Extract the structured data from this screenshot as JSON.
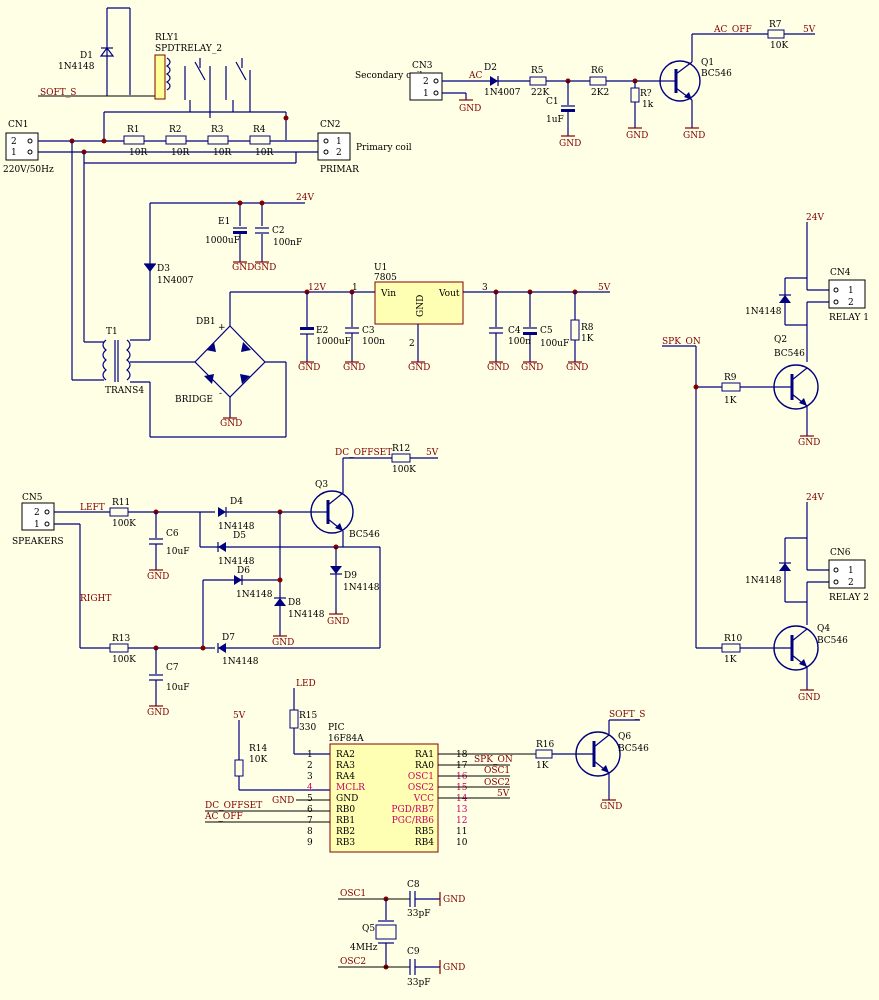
{
  "labels": {
    "soft_s": "SOFT_S",
    "soft_s2": "SOFT_S",
    "ac_off": "AC_OFF",
    "ac_off2": "AC_OFF",
    "ac": "AC",
    "spk_on": "SPK_ON",
    "spk_on2": "SPK_ON",
    "dc_offset": "DC_OFFSET",
    "dc_offset2": "DC_OFFSET",
    "left": "LEFT",
    "right": "RIGHT",
    "led": "LED",
    "osc1": "OSC1",
    "osc2": "OSC2",
    "osc1b": "OSC1",
    "osc2b": "OSC2",
    "v5": "5V",
    "v24": "24V",
    "v12": "12V",
    "gnd": "GND",
    "secondary_coil": "Secondary coil",
    "primary_coil": "Primary coil",
    "primar": "PRIMAR",
    "mains": "220V/50Hz",
    "bridge": "BRIDGE",
    "trans4": "TRANS4",
    "speakers": "SPEAKERS",
    "relay1": "RELAY 1",
    "relay2": "RELAY 2",
    "vin": "Vin",
    "vout": "Vout"
  },
  "components": {
    "D1": {
      "ref": "D1",
      "val": "1N4148"
    },
    "RLY1": {
      "ref": "RLY1",
      "val": "SPDTRELAY_2"
    },
    "CN1": {
      "ref": "CN1"
    },
    "CN2": {
      "ref": "CN2"
    },
    "CN3": {
      "ref": "CN3"
    },
    "CN4": {
      "ref": "CN4"
    },
    "CN5": {
      "ref": "CN5"
    },
    "CN6": {
      "ref": "CN6"
    },
    "R1": {
      "ref": "R1",
      "val": "10R"
    },
    "R2": {
      "ref": "R2",
      "val": "10R"
    },
    "R3": {
      "ref": "R3",
      "val": "10R"
    },
    "R4": {
      "ref": "R4",
      "val": "10R"
    },
    "D2": {
      "ref": "D2",
      "val": "1N4007"
    },
    "R5": {
      "ref": "R5",
      "val": "22K"
    },
    "R6": {
      "ref": "R6",
      "val": "2K2"
    },
    "Rq": {
      "ref": "R?",
      "val": "1k"
    },
    "C1": {
      "ref": "C1",
      "val": "1uF"
    },
    "Q1": {
      "ref": "Q1",
      "val": "BC546"
    },
    "R7": {
      "ref": "R7",
      "val": "10K"
    },
    "E1": {
      "ref": "E1",
      "val": "1000uF"
    },
    "C2": {
      "ref": "C2",
      "val": "100nF"
    },
    "D3": {
      "ref": "D3",
      "val": "1N4007"
    },
    "T1": {
      "ref": "T1"
    },
    "DB1": {
      "ref": "DB1"
    },
    "U1": {
      "ref": "U1",
      "val": "7805"
    },
    "E2": {
      "ref": "E2",
      "val": "1000uF"
    },
    "C3": {
      "ref": "C3",
      "val": "100n"
    },
    "C4": {
      "ref": "C4",
      "val": "100n"
    },
    "C5": {
      "ref": "C5",
      "val": "100uF"
    },
    "R8": {
      "ref": "R8",
      "val": "1K"
    },
    "Q2": {
      "ref": "Q2",
      "val": "BC546"
    },
    "R9": {
      "ref": "R9",
      "val": "1K"
    },
    "Q4": {
      "ref": "Q4",
      "val": "BC546"
    },
    "R10": {
      "ref": "R10",
      "val": "1K"
    },
    "D_relay1": {
      "val": "1N4148"
    },
    "D_relay2": {
      "val": "1N4148"
    },
    "Q3": {
      "ref": "Q3",
      "val": "BC546"
    },
    "R12": {
      "ref": "R12",
      "val": "100K"
    },
    "R11": {
      "ref": "R11",
      "val": "100K"
    },
    "C6": {
      "ref": "C6",
      "val": "10uF"
    },
    "D4": {
      "ref": "D4",
      "val": "1N4148"
    },
    "D5": {
      "ref": "D5",
      "val": "1N4148"
    },
    "D6": {
      "ref": "D6",
      "val": "1N4148"
    },
    "D7": {
      "ref": "D7",
      "val": "1N4148"
    },
    "D8": {
      "ref": "D8",
      "val": "1N4148"
    },
    "D9": {
      "ref": "D9",
      "val": "1N4148"
    },
    "R13": {
      "ref": "R13",
      "val": "100K"
    },
    "C7": {
      "ref": "C7",
      "val": "10uF"
    },
    "R15": {
      "ref": "R15",
      "val": "330"
    },
    "R14": {
      "ref": "R14",
      "val": "10K"
    },
    "PIC": {
      "ref": "PIC",
      "val": "16F84A"
    },
    "R16": {
      "ref": "R16",
      "val": "1K"
    },
    "Q6": {
      "ref": "Q6",
      "val": "BC546"
    },
    "C8": {
      "ref": "C8",
      "val": "33pF"
    },
    "C9": {
      "ref": "C9",
      "val": "33pF"
    },
    "Q5": {
      "ref": "Q5",
      "val": "4MHz"
    }
  },
  "pic_pins_left": [
    {
      "num": "1",
      "name": "RA2"
    },
    {
      "num": "2",
      "name": "RA3"
    },
    {
      "num": "3",
      "name": "RA4"
    },
    {
      "num": "4",
      "name": "MCLR"
    },
    {
      "num": "5",
      "name": "GND"
    },
    {
      "num": "6",
      "name": "RB0"
    },
    {
      "num": "7",
      "name": "RB1"
    },
    {
      "num": "8",
      "name": "RB2"
    },
    {
      "num": "9",
      "name": "RB3"
    }
  ],
  "pic_pins_right": [
    {
      "num": "18",
      "name": "RA1"
    },
    {
      "num": "17",
      "name": "RA0"
    },
    {
      "num": "16",
      "name": "OSC1"
    },
    {
      "num": "15",
      "name": "OSC2"
    },
    {
      "num": "14",
      "name": "VCC"
    },
    {
      "num": "13",
      "name": "PGD/RB7"
    },
    {
      "num": "12",
      "name": "PGC/RB6"
    },
    {
      "num": "11",
      "name": "RB5"
    },
    {
      "num": "10",
      "name": "RB4"
    }
  ],
  "pin_numbers": {
    "u1_in": "1",
    "u1_out": "3",
    "u1_gnd": "2",
    "cn_2": "2",
    "cn_1": "1",
    "bridge_plus": "+",
    "bridge_minus": "-"
  }
}
